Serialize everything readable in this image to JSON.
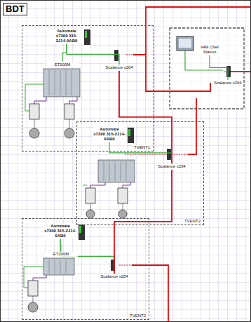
{
  "diagram": {
    "nodes": [
      {
        "text": [
          "BDT"
        ]
      },
      {
        "text": [
          "TVENT1"
        ],
        "in": 0
      },
      {
        "text": [
          "Automate s7300 315-2J14-0AB0"
        ],
        "in": 1
      },
      {
        "text": [
          "ET200M"
        ],
        "in": 1
      },
      {
        "text": [
          "Scalance x204"
        ],
        "in": 1
      },
      {
        "text": [
          "IHM Chef Station"
        ],
        "in": 0
      },
      {
        "text": [
          "Scalance x204"
        ],
        "in": 0
      },
      {
        "text": [
          "TVENT2"
        ],
        "in": 0
      },
      {
        "text": [
          "Automate s7300 315-2J14-0AB0"
        ],
        "in": 7
      },
      {
        "text": [
          "Scalance x204"
        ],
        "in": 7
      },
      {
        "text": [
          "TVENT3"
        ],
        "in": 0
      },
      {
        "text": [
          "Automate s7300 315-2J14-0AB0"
        ],
        "in": 10
      },
      {
        "text": [
          "ET200M"
        ],
        "in": 10
      },
      {
        "text": [
          "Scalance x204"
        ],
        "in": 10
      }
    ],
    "edges": [
      {
        "from": 2,
        "to": 3,
        "arrow": "none"
      },
      {
        "from": 2,
        "to": 4,
        "arrow": "none"
      },
      {
        "from": 6,
        "to": 5,
        "arrow": "none"
      },
      {
        "from": 8,
        "to": 9,
        "arrow": "none"
      },
      {
        "from": 11,
        "to": 12,
        "arrow": "none"
      },
      {
        "from": 11,
        "to": 13,
        "arrow": "none"
      },
      {
        "from": 4,
        "to": 9,
        "arrow": "none"
      },
      {
        "from": 9,
        "to": 13,
        "arrow": "none"
      }
    ]
  }
}
